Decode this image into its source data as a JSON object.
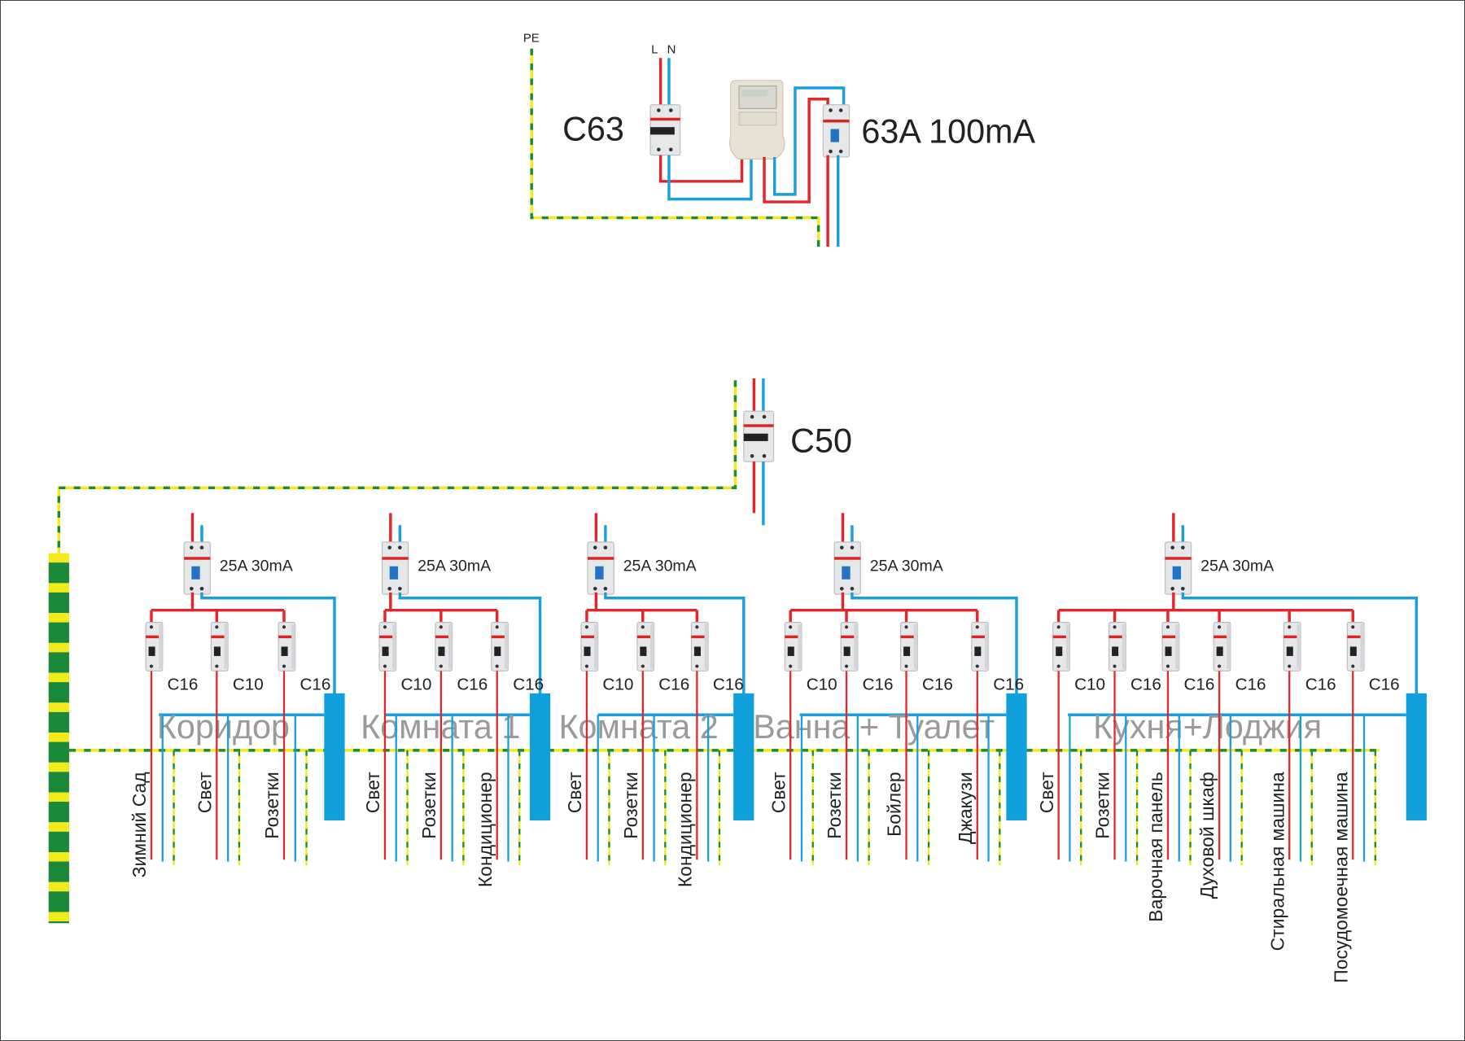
{
  "title": "Electrical panel single-line wiring diagram",
  "colors": {
    "phase": "#e3262d",
    "neutral": "#1a9fdc",
    "pe_yellow": "#f2ea1a",
    "pe_green": "#1a8a3a",
    "room_label": "#9a9a9a"
  },
  "input": {
    "pe_label": "PE",
    "l_label": "L",
    "n_label": "N",
    "main_breaker": "C63",
    "meter_icon": "electricity-meter-icon",
    "main_rcd": "63A 100mA"
  },
  "panel": {
    "main_breaker": "C50",
    "groups": [
      {
        "room": "Коридор",
        "rcd": "25A 30mA",
        "breakers": [
          "C16",
          "C10",
          "C16"
        ],
        "loads": [
          "Зимний Сад",
          "Свет",
          "Розетки"
        ]
      },
      {
        "room": "Комната 1",
        "rcd": "25A 30mA",
        "breakers": [
          "C10",
          "C16",
          "C16"
        ],
        "loads": [
          "Свет",
          "Розетки",
          "Кондиционер"
        ]
      },
      {
        "room": "Комната 2",
        "rcd": "25A 30mA",
        "breakers": [
          "C10",
          "C16",
          "C16"
        ],
        "loads": [
          "Свет",
          "Розетки",
          "Кондиционер"
        ]
      },
      {
        "room": "Ванна + Туалет",
        "rcd": "25A 30mA",
        "breakers": [
          "C10",
          "C16",
          "C16",
          "C16"
        ],
        "loads": [
          "Свет",
          "Розетки",
          "Бойлер",
          "Джакузи"
        ]
      },
      {
        "room": "Кухня+Лоджия",
        "rcd": "25A 30mA",
        "breakers": [
          "C10",
          "C16",
          "C16",
          "C16",
          "C16",
          "C16"
        ],
        "loads": [
          "Свет",
          "Розетки",
          "Варочная панель",
          "Духовой шкаф",
          "Стиральная машина",
          "Посудомоечная машина"
        ]
      }
    ]
  }
}
